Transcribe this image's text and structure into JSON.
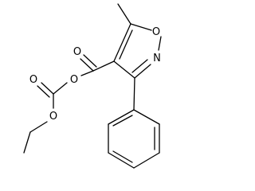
{
  "molecule": {
    "atom_labels": {
      "ring_oxygen": "O",
      "ring_nitrogen": "N",
      "carbonyl_oxygen_acyl": "O",
      "bridging_oxygen": "O",
      "carbonyl_oxygen_carbonate": "O",
      "ester_oxygen": "O"
    }
  }
}
